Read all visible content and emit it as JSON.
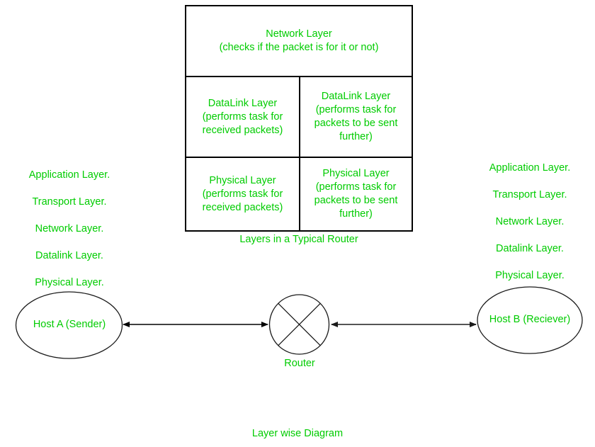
{
  "diagram": {
    "title": "Layer wise Diagram",
    "colors": {
      "text_green": "#00cc00",
      "stroke_black": "#000000",
      "stroke_gray": "#555555",
      "background": "#ffffff"
    }
  },
  "router_table": {
    "caption": "Layers in a Typical Router",
    "rows": [
      {
        "name": "network-row",
        "cells": [
          {
            "name": "network-layer-cell",
            "line1": "Network Layer",
            "line2": "(checks if the packet is for it or not)",
            "line3": "",
            "line4": ""
          }
        ]
      },
      {
        "name": "datalink-row",
        "cells": [
          {
            "name": "datalink-receive-cell",
            "line1": "DataLink Layer",
            "line2": "(performs task for",
            "line3": "received packets)",
            "line4": ""
          },
          {
            "name": "datalink-send-cell",
            "line1": "DataLink Layer",
            "line2": "(performs task for",
            "line3": "packets to be sent",
            "line4": "further)"
          }
        ]
      },
      {
        "name": "physical-row",
        "cells": [
          {
            "name": "physical-receive-cell",
            "line1": "Physical Layer",
            "line2": "(performs task for",
            "line3": "received packets)",
            "line4": ""
          },
          {
            "name": "physical-send-cell",
            "line1": "Physical Layer",
            "line2": "(performs task for",
            "line3": "packets to be sent",
            "line4": "further)"
          }
        ]
      }
    ]
  },
  "left_stack": {
    "items": [
      "Application Layer.",
      "Transport Layer.",
      "Network Layer.",
      "Datalink Layer.",
      "Physical Layer."
    ]
  },
  "right_stack": {
    "items": [
      "Application Layer.",
      "Transport Layer.",
      "Network Layer.",
      "Datalink Layer.",
      "Physical Layer."
    ]
  },
  "nodes": {
    "host_a": {
      "label": "Host A (Sender)",
      "shape": "ellipse"
    },
    "router": {
      "label": "Router",
      "shape": "circle-with-x"
    },
    "host_b": {
      "label": "Host B (Reciever)",
      "shape": "ellipse"
    }
  },
  "connectors": [
    {
      "name": "host-a-to-router-arrow",
      "style": "double-headed",
      "color": "#000000"
    },
    {
      "name": "router-to-host-b-arrow",
      "style": "double-headed",
      "color": "#555555"
    }
  ]
}
